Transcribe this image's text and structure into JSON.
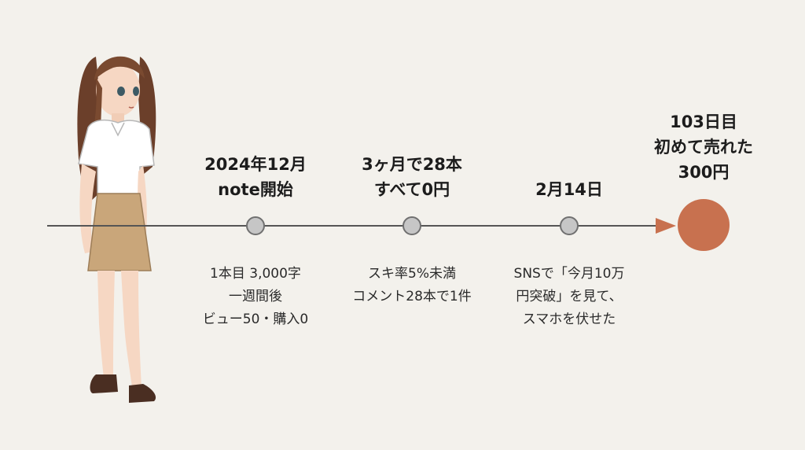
{
  "milestones": [
    {
      "top_lines": [
        "2024年12月",
        "note開始"
      ],
      "bottom_lines": [
        "1本目 3,000字",
        "一週間後",
        "ビュー50・購入0"
      ]
    },
    {
      "top_lines": [
        "3ヶ月で28本",
        "すべて0円"
      ],
      "bottom_lines": [
        "スキ率5%未満",
        "コメント28本で1件"
      ]
    },
    {
      "top_lines": [
        "2月14日"
      ],
      "bottom_lines": [
        "SNSで「今月10万",
        "円突破」を見て、",
        "スマホを伏せた"
      ]
    }
  ],
  "final": {
    "top_lines": [
      "103日目",
      "初めて売れた",
      "300円"
    ]
  },
  "colors": {
    "accent": "#c8714f",
    "node_fill": "#c6c6c6",
    "line": "#555555",
    "background": "#f3f1ec"
  }
}
